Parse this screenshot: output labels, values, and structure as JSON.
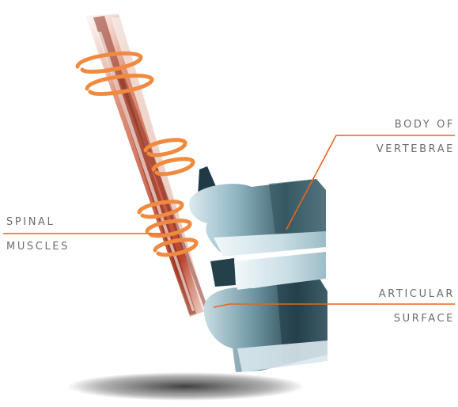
{
  "labels": {
    "spinal_line1": "SPINAL",
    "spinal_line2": "MUSCLES",
    "body_line1": "BODY OF",
    "body_line2": "VERTEBRAE",
    "articular_line1": "ARTICULAR",
    "articular_line2": "SURFACE"
  },
  "colors": {
    "leader_line": "#e8641e",
    "label_text": "#6d6d6d",
    "bone_dark": "#2f4e58",
    "bone_mid": "#7ea6b2",
    "bone_light": "#d7e7ec",
    "muscle": "#c9543a",
    "ring": "#f08a3e"
  }
}
